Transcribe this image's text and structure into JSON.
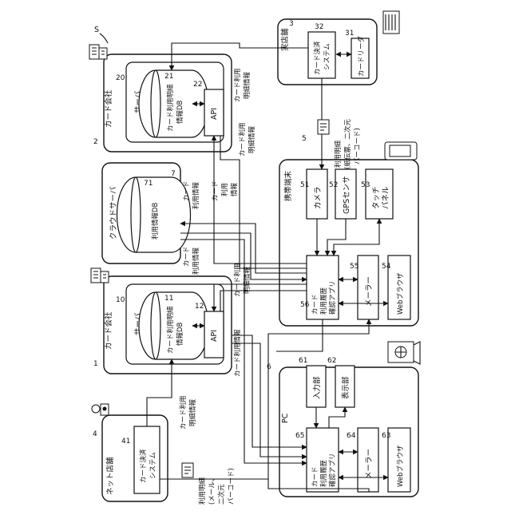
{
  "figure": {
    "system_ref": "S"
  },
  "card_company_2": {
    "ref": "2",
    "label": "カード会社",
    "server_ref": "20",
    "server_label": "サーバ",
    "db_ref": "21",
    "db_label_1": "カード利用明細",
    "db_label_2": "情報DB",
    "api_ref": "22",
    "api_label": "API"
  },
  "card_company_1": {
    "ref": "1",
    "label": "カード会社",
    "server_ref": "10",
    "server_label": "サーバ",
    "db_ref": "11",
    "db_label_1": "カード利用明細",
    "db_label_2": "情報DB",
    "api_ref": "12",
    "api_label": "API"
  },
  "cloud_server": {
    "ref": "7",
    "label": "クラウドサーバ",
    "db_ref": "71",
    "db_label": "利用情報DB"
  },
  "physical_store": {
    "ref": "3",
    "label": "実店舗",
    "payment_ref": "32",
    "payment_label_1": "カード決済",
    "payment_label_2": "システム",
    "reader_ref": "31",
    "reader_label": "カードリーダ"
  },
  "online_store": {
    "ref": "4",
    "label": "ネット店舗",
    "payment_ref": "41",
    "payment_label_1": "カード決済",
    "payment_label_2": "システム"
  },
  "mobile": {
    "ref": "5",
    "label": "携帯端末",
    "camera_ref": "51",
    "camera_label": "カメラ",
    "gps_ref": "52",
    "gps_label": "GPSセンサ",
    "touch_ref": "53",
    "touch_label_1": "タッチ",
    "touch_label_2": "パネル",
    "app_ref": "56",
    "app_label_1": "カード",
    "app_label_2": "利用履歴",
    "app_label_3": "確認アプリ",
    "mailer_ref": "55",
    "mailer_label": "メーラー",
    "browser_ref": "54",
    "browser_label": "Webブラウザ"
  },
  "pc": {
    "ref": "6",
    "label": "PC",
    "input_ref": "61",
    "input_label": "入力部",
    "display_ref": "62",
    "display_label": "表示部",
    "app_ref": "65",
    "app_label_1": "カード",
    "app_label_2": "利用履歴",
    "app_label_3": "確認アプリ",
    "mailer_ref": "64",
    "mailer_label": "メーラー",
    "browser_ref": "63",
    "browser_label": "Webブラウザ"
  },
  "flow_labels": {
    "store_detail_1": "カード利用",
    "store_detail_2": "明細情報",
    "co2_detail_1": "カード利用",
    "co2_detail_2": "明細情報",
    "use_info_a_1": "カード",
    "use_info_a_2": "利用情報",
    "use_info_b_1": "カード",
    "use_info_b_2": "利用",
    "use_info_b_3": "情報",
    "cloud_out_1": "カード",
    "cloud_out_2": "利用情報",
    "co1_detail_1": "カード利用",
    "co1_detail_2": "明細情報",
    "co1_info_1": "カード利用情報",
    "net_detail_1": "カード利用",
    "net_detail_2": "明細情報",
    "stmt_paper_1": "利用明細",
    "stmt_paper_2": "(紙伝票、二次元",
    "stmt_paper_3": "バーコード)",
    "stmt_mail_1": "利用明細",
    "stmt_mail_2": "(メール、",
    "stmt_mail_3": "二次元",
    "stmt_mail_4": "バーコード)"
  }
}
